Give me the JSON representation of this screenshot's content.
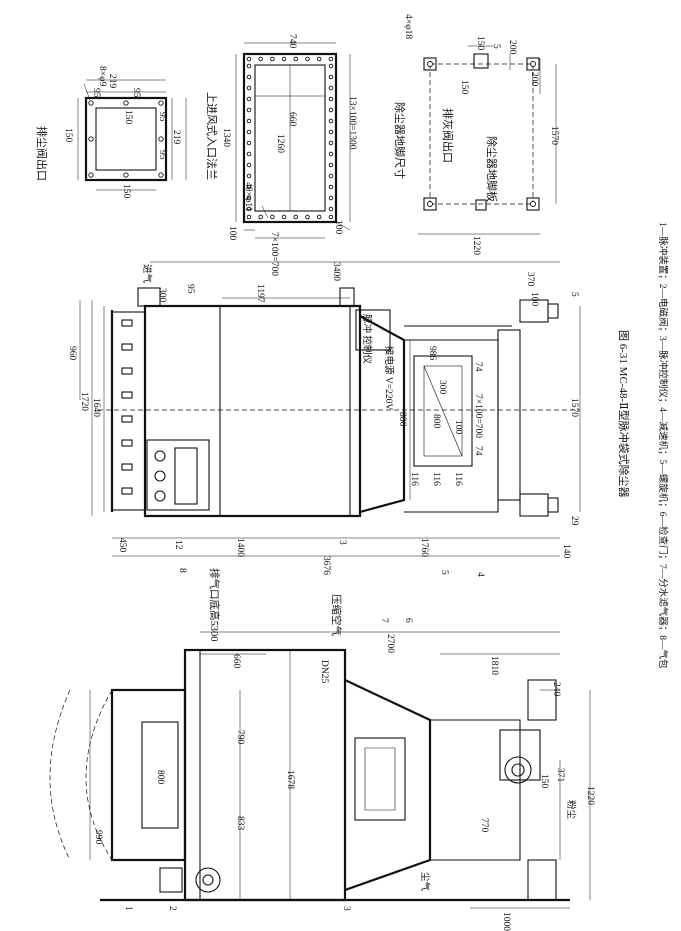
{
  "figure": {
    "caption_title": "图 6-31   MC-48-Ⅱ型脉冲袋式除尘器",
    "caption_legend": "1—脉冲装置；2—电磁阀；3—脉冲控制仪；4—减速机；5—螺旋机；6—检查门；7—分水滤气器；8—气包"
  },
  "views": {
    "dust_outlet": {
      "title": "排尘阀出口",
      "dims": [
        "8×φ9",
        "219",
        "95",
        "95",
        "150",
        "95",
        "95",
        "219",
        "150",
        "150"
      ]
    },
    "inlet_flange": {
      "title": "上进风式入口法兰",
      "dims": [
        "740",
        "660",
        "1340",
        "1260",
        "13×100=1300",
        "40×φ11",
        "100",
        "7×100=700",
        "100"
      ]
    },
    "anchor_plan": {
      "title_bolt": "除尘器地脚尺寸",
      "title_ash": "排灰阀出口",
      "title_plate": "除尘器地脚板",
      "dims": [
        "4×φ18",
        "150",
        "5",
        "200",
        "150",
        "200",
        "1570",
        "1220"
      ]
    },
    "elevation_top": {
      "labels": [
        "进气",
        "排气口底高5300",
        "接电源\nV=220V",
        "脉冲\n控制仪"
      ],
      "dims": [
        "3400",
        "1197",
        "95",
        "300",
        "370",
        "100",
        "5",
        "960",
        "1720",
        "1640",
        "886",
        "986",
        "300",
        "800",
        "100",
        "7×100=700",
        "74",
        "74",
        "116",
        "116",
        "116",
        "1570",
        "29",
        "140",
        "450",
        "12",
        "1400",
        "3",
        "1760",
        "3676"
      ],
      "item_numbers": [
        "8",
        "5",
        "4"
      ]
    },
    "elevation_bottom": {
      "labels": [
        "压缩空气",
        "DN25",
        "粉尘",
        "尘气"
      ],
      "dims": [
        "660",
        "2700",
        "1810",
        "240",
        "990",
        "800",
        "790",
        "833",
        "1678",
        "770",
        "371",
        "150",
        "1220",
        "1000"
      ],
      "item_numbers": [
        "7",
        "6",
        "1",
        "2",
        "3"
      ]
    }
  }
}
